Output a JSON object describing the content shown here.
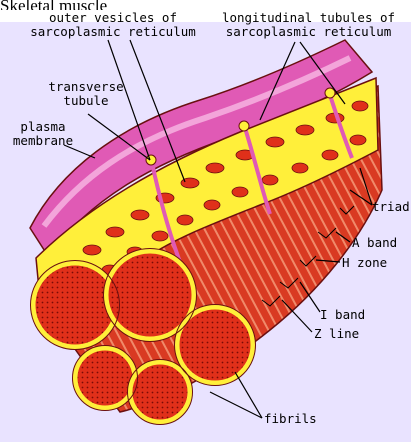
{
  "cropped_heading": "Skeletal muscle",
  "labels": {
    "outer_vesicles": [
      "outer vesicles of",
      "sarcoplasmic reticulum"
    ],
    "longitudinal_tubules": [
      "longitudinal tubules of",
      "sarcoplasmic reticulum"
    ],
    "transverse_tubule": [
      "transverse",
      "tubule"
    ],
    "plasma_membrane": [
      "plasma",
      "membrane"
    ],
    "triad": "triad",
    "a_band": "A band",
    "h_zone": "H zone",
    "i_band": "I band",
    "z_line": "Z line",
    "fibrils": "fibrils"
  },
  "colors": {
    "background": "#e9e3ff",
    "membrane_pink": "#e05ab5",
    "sarcoplasmic_yellow": "#ffef3a",
    "fibril_red": "#e0301a",
    "outline": "#6a1010",
    "leader_line": "#000000"
  }
}
